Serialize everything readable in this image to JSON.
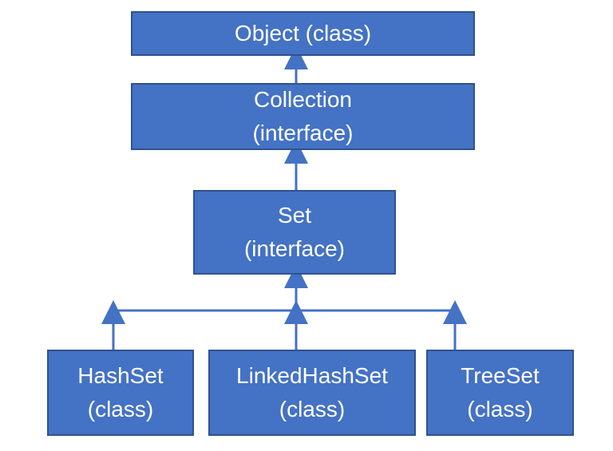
{
  "colors": {
    "box_fill": "#4472c4",
    "box_border": "#2f528f",
    "connector": "#4472c4",
    "text": "#ffffff"
  },
  "nodes": {
    "object": {
      "lines": [
        "Object (class)"
      ]
    },
    "collection": {
      "lines": [
        "Collection",
        "(interface)"
      ]
    },
    "set": {
      "lines": [
        "Set",
        "(interface)"
      ]
    },
    "hashset": {
      "lines": [
        "HashSet",
        "(class)"
      ]
    },
    "linkedhashset": {
      "lines": [
        "LinkedHashSet",
        "(class)"
      ]
    },
    "treeset": {
      "lines": [
        "TreeSet",
        "(class)"
      ]
    }
  },
  "edges": [
    {
      "from": "collection",
      "to": "object"
    },
    {
      "from": "set",
      "to": "collection"
    },
    {
      "from": "hashset",
      "to": "set"
    },
    {
      "from": "linkedhashset",
      "to": "set"
    },
    {
      "from": "treeset",
      "to": "set"
    }
  ]
}
